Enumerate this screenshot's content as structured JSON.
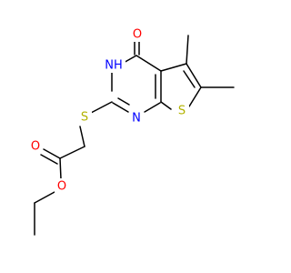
{
  "molecule": {
    "colors": {
      "bond": "#000000",
      "oxygen": "#ff0000",
      "nitrogen": "#0000ff",
      "sulfur": "#b2b200"
    },
    "atoms": {
      "o_carbonyl_ring": "O",
      "nh": "NH",
      "n_ring": "N",
      "s_thiophene": "S",
      "s_thioether": "S",
      "o_carbonyl_ester": "O",
      "o_ester": "O"
    }
  }
}
